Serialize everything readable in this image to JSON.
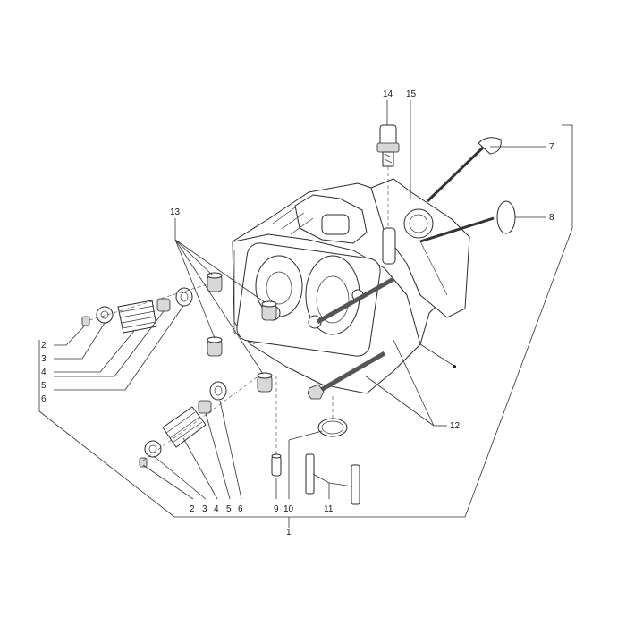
{
  "callouts": {
    "c1": "1",
    "c2a": "2",
    "c3a": "3",
    "c4a": "4",
    "c5a": "5",
    "c6a": "6",
    "c2b": "2",
    "c3b": "3",
    "c4b": "4",
    "c5b": "5",
    "c6b": "6",
    "c7": "7",
    "c8": "8",
    "c9": "9",
    "c10": "10",
    "c11": "11",
    "c12": "12",
    "c13": "13",
    "c14": "14",
    "c15": "15"
  }
}
